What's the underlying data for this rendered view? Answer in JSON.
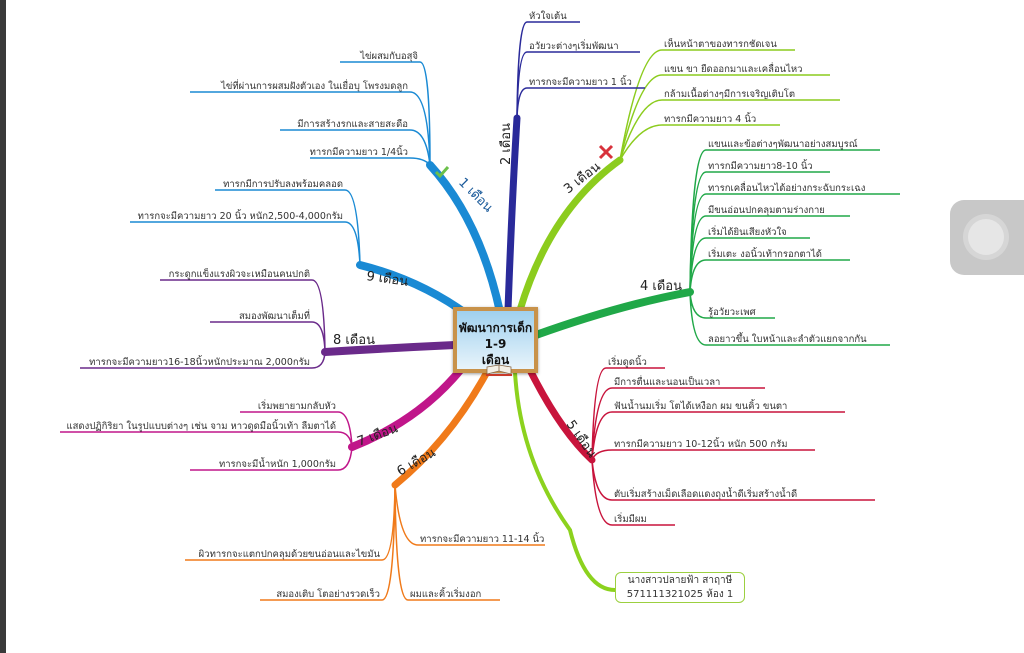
{
  "center": {
    "title_line1": "พัฒนาการเด็ก 1-9",
    "title_line2": "เดือน"
  },
  "note": {
    "line1": "นางสาวปลายฟ้า   สาฤาษี",
    "line2": "571111321025 ห้อง 1"
  },
  "colors": {
    "m1": "#1a8ad4",
    "m2": "#2a2a9a",
    "m3": "#8ccc1e",
    "m4": "#20a848",
    "m5": "#c8143c",
    "m6": "#f07a1a",
    "m7": "#c0168a",
    "m8": "#6a2a8a",
    "m9": "#1a8ad4",
    "note": "#8cd21e"
  },
  "branches": {
    "m1": {
      "label": "1 เดือน",
      "icon": "check-icon",
      "items": [
        "ไข่ผสมกับอสุจิ",
        "ไข่ที่ผ่านการผสมฝังตัวเอง ในเยื่อบุ โพรงมดลูก",
        "มีการสร้างรกและสายสะดือ",
        "ทารกมีความยาว 1/4นิ้ว"
      ]
    },
    "m2": {
      "label": "2 เดือน",
      "items": [
        "หัวใจเต้น",
        "อวัยวะต่างๆเริ่มพัฒนา",
        "ทารกจะมีความยาว 1 นิ้ว"
      ]
    },
    "m3": {
      "label": "3 เดือน",
      "icon": "cross-icon",
      "items": [
        "เห็นหน้าตาของทารกชัดเจน",
        "แขน ขา ยืดออกมาและเคลื่อนไหว",
        "กล้ามเนื้อต่างๆมีการเจริญเติบโต",
        "ทารกมีความยาว 4 นิ้ว"
      ]
    },
    "m4": {
      "label": "4 เดือน",
      "items": [
        "แขนและข้อต่างๆพัฒนาอย่างสมบูรณ์",
        "ทารกมีความยาว8-10 นิ้ว",
        "ทารกเคลื่อนไหวได้อย่างกระฉับกระเฉง",
        "มีขนอ่อนปกคลุมตามร่างกาย",
        "เริ่มได้ยินเสียงหัวใจ",
        "เริ่มเตะ งอนิ้วเท้ากรอกตาได้",
        "รู้อวัยวะเพศ",
        "ลอยาวขึ้น ใบหน้าและลำตัวแยกจากกัน"
      ]
    },
    "m5": {
      "label": "5 เดือน",
      "items": [
        "เริ่มดูดนิ้ว",
        "มีการตื่นและนอนเป็นเวลา",
        "ฟันน้ำนมเริ่ม โตได้เหงือก ผม ขนคิ้ว ขนตา",
        "ทารกมีความยาว 10-12นิ้ว หนัก 500 กรัม",
        "ตับเริ่มสร้างเม็ดเลือดแดงถุงน้ำดีเริ่มสร้างน้ำดี",
        "เริ่มมีผม"
      ]
    },
    "m6": {
      "label": "6 เดือน",
      "items": [
        "ผิวทารกจะแตกปกคลุมด้วยขนอ่อนและไขมัน",
        "สมองเติบ โตอย่างรวดเร็ว",
        "ผมและคิ้วเริ่มงอก",
        "ทารกจะมีความยาว 11-14 นิ้ว"
      ]
    },
    "m7": {
      "label": "7 เดือน",
      "items": [
        "เริ่มพยายามกลับหัว",
        "แสดงปฏิกิริยา ในรูปแบบต่างๆ เช่น จาม หาวดูดมือนิ้วเท้า ลืมตาได้",
        "ทารกจะมีน้ำหนัก 1,000กรัม"
      ]
    },
    "m8": {
      "label": "8 เดือน",
      "items": [
        "กระดูกแข็งแรงผิวจะเหมือนคนปกติ",
        "สมองพัฒนาเต็มที่",
        "ทารกจะมีความยาว16-18นิ้วหนักประมาณ 2,000กรัม"
      ]
    },
    "m9": {
      "label": "9 เดือน",
      "items": [
        "ทารกมีการปรับลงพร้อมคลอด",
        "ทารกจะมีความยาว 20 นิ้ว หนัก2,500-4,000กรัม"
      ]
    }
  }
}
